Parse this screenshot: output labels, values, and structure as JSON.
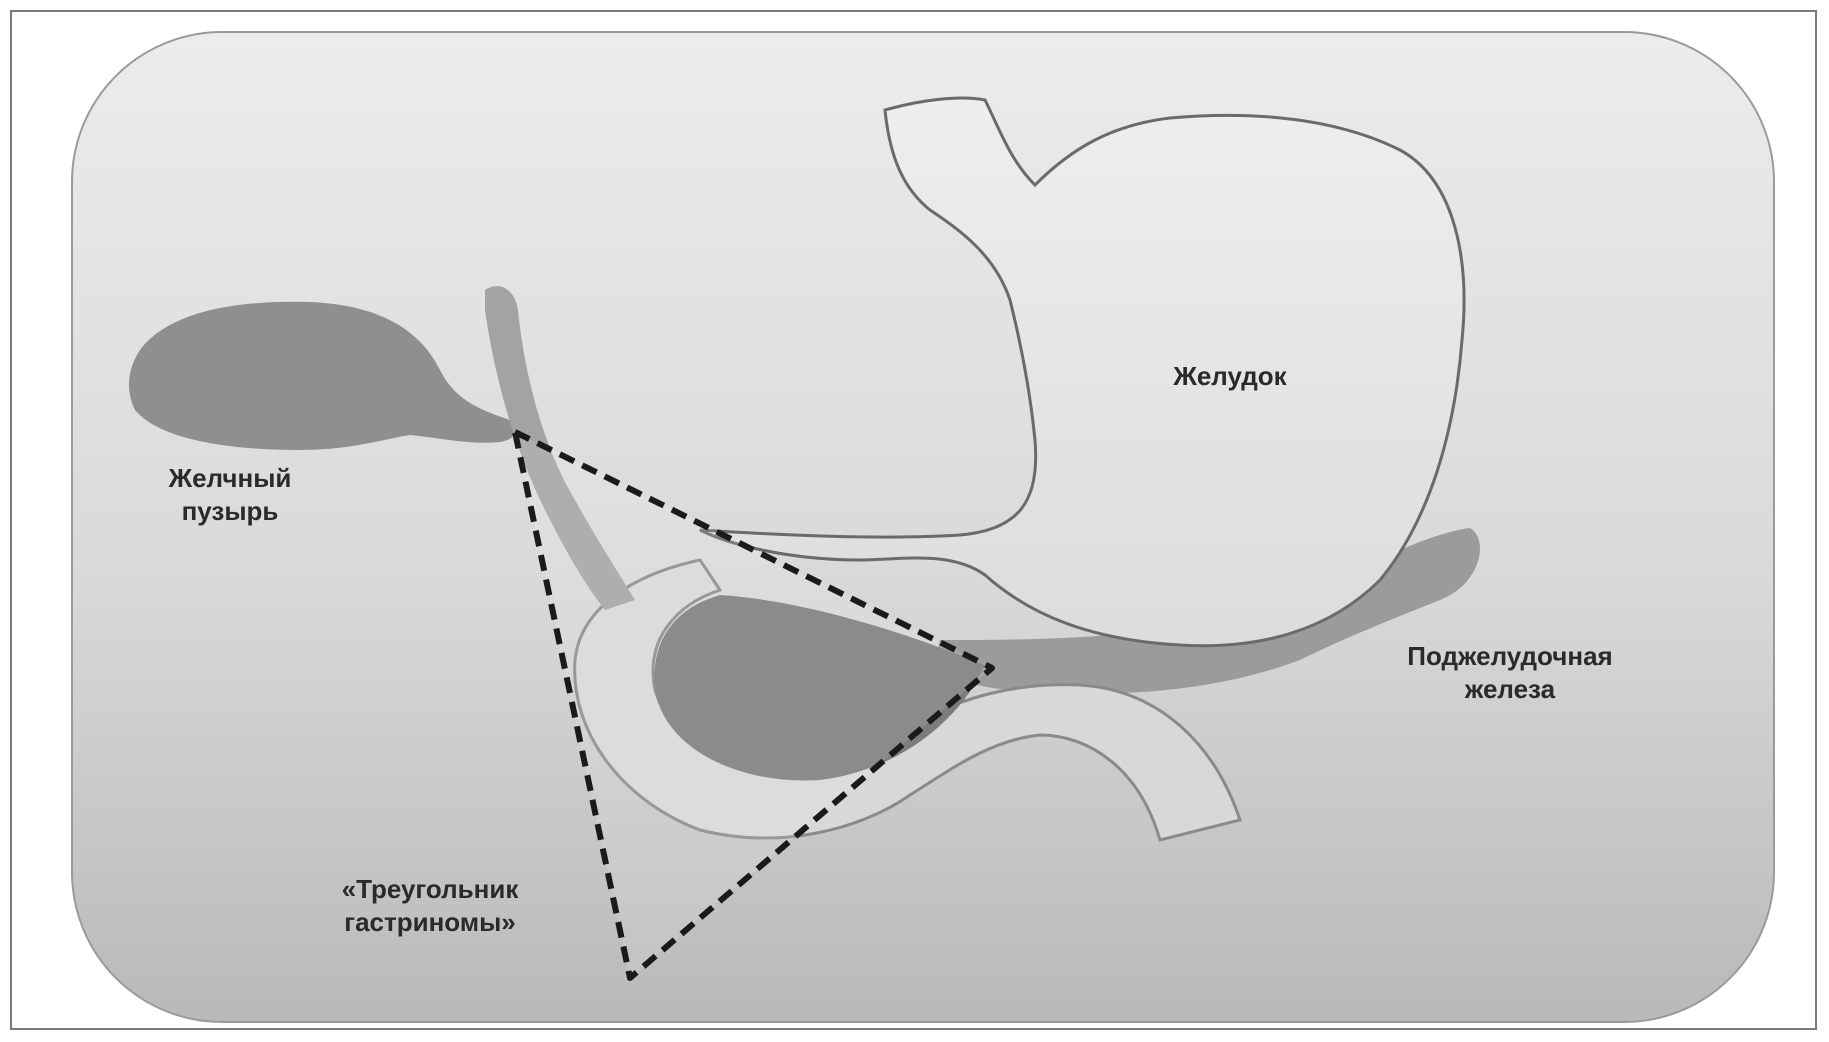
{
  "diagram": {
    "labels": {
      "stomach": "Желудок",
      "gallbladder_line1": "Желчный",
      "gallbladder_line2": "пузырь",
      "pancreas_line1": "Поджелудочная",
      "pancreas_line2": "железа",
      "triangle_line1": "«Треугольник",
      "triangle_line2": "гастриномы»"
    },
    "colors": {
      "panel_top": "#e8e8e8",
      "panel_bottom": "#bdbdbd",
      "gallbladder": "#8f8f8f",
      "duct": "#a3a3a3",
      "pancreas": "#9b9b9b",
      "pancreas_head": "#7c7c7c",
      "duodenum": "#d6d6d6",
      "triangle_line": "#1a1a1a"
    }
  }
}
